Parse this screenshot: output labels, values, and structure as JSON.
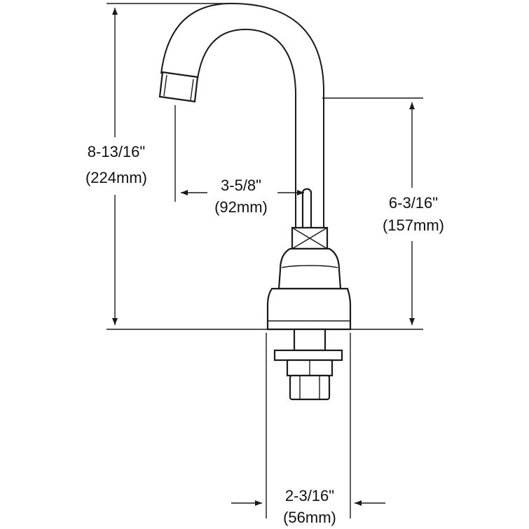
{
  "dimensions": {
    "overall_height": {
      "imperial": "8-13/16\"",
      "metric": "(224mm)"
    },
    "spout_reach": {
      "imperial": "3-5/8\"",
      "metric": "(92mm)"
    },
    "spout_outlet_height": {
      "imperial": "6-3/16\"",
      "metric": "(157mm)"
    },
    "base_width": {
      "imperial": "2-3/16\"",
      "metric": "(56mm)"
    }
  }
}
